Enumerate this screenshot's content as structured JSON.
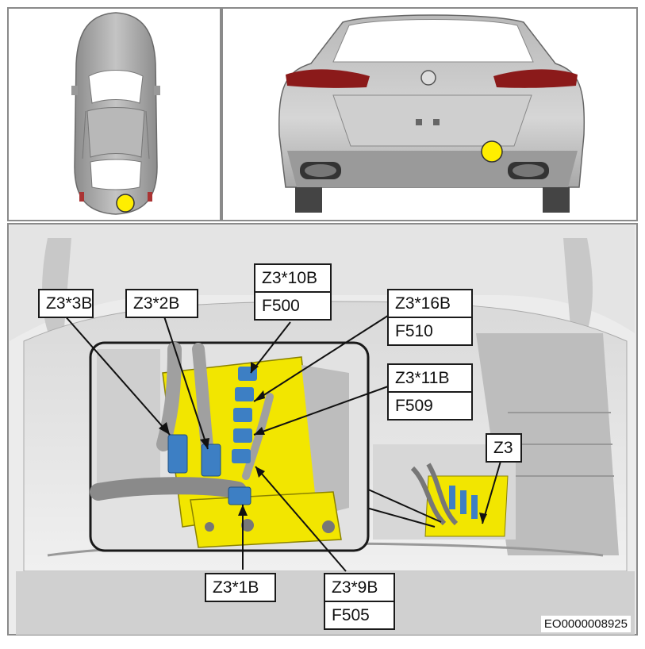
{
  "image_ref": "EO0000008925",
  "callouts": {
    "z3_3b": "Z3*3B",
    "z3_2b": "Z3*2B",
    "z3_10b": "Z3*10B",
    "f500": "F500",
    "z3_16b": "Z3*16B",
    "f510": "F510",
    "z3_11b": "Z3*11B",
    "f509": "F509",
    "z3": "Z3",
    "z3_1b": "Z3*1B",
    "z3_9b": "Z3*9B",
    "f505": "F505"
  },
  "colors": {
    "location_marker": "#ffee00",
    "fuse_box": "#f2e600",
    "connectors": "#3d7fc4",
    "frame": "#9a9a9a"
  }
}
